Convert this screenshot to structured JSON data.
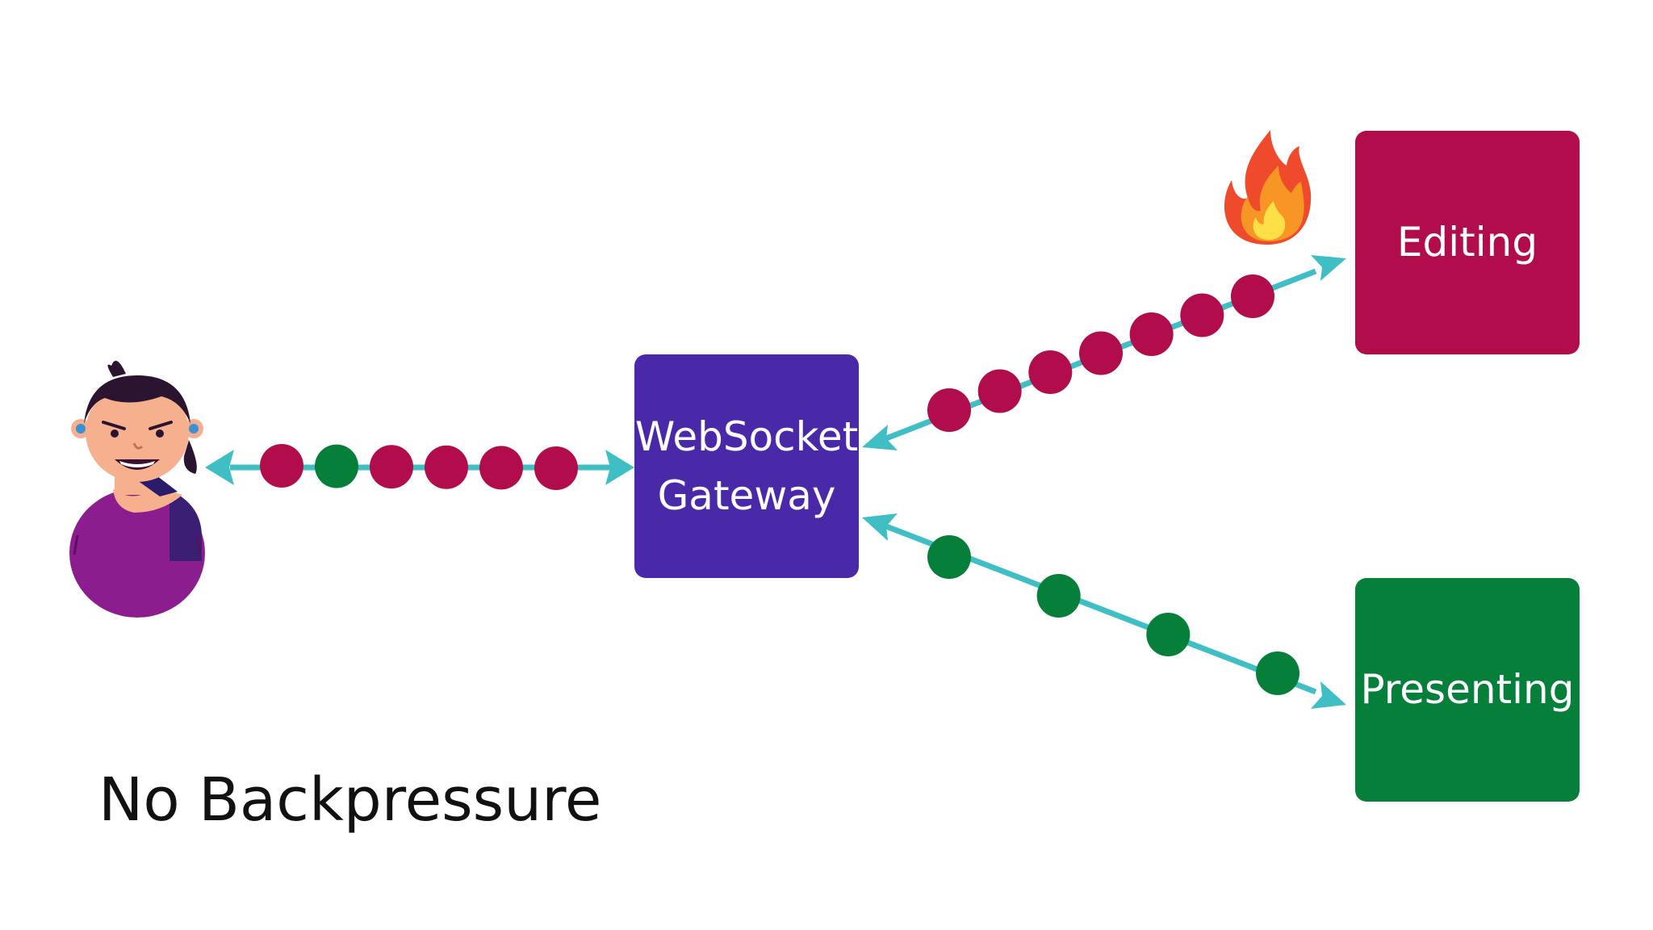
{
  "nodes": {
    "gateway": {
      "label_line1": "WebSocket",
      "label_line2": "Gateway",
      "color": "#4a29a8"
    },
    "editing": {
      "label": "Editing",
      "color": "#b10c4c"
    },
    "presenting": {
      "label": "Presenting",
      "color": "#067f3a"
    }
  },
  "caption": "No Backpressure",
  "colors": {
    "arrow": "#3fbfc4",
    "message_editing": "#b10c4c",
    "message_presenting": "#067f3a"
  },
  "connections": [
    {
      "from": "user",
      "to": "gateway",
      "messages": [
        "editing",
        "presenting",
        "editing",
        "editing",
        "editing",
        "editing"
      ]
    },
    {
      "from": "gateway",
      "to": "editing",
      "messages": [
        "editing",
        "editing",
        "editing",
        "editing",
        "editing",
        "editing",
        "editing"
      ]
    },
    {
      "from": "gateway",
      "to": "presenting",
      "messages": [
        "presenting",
        "presenting",
        "presenting",
        "presenting"
      ]
    }
  ],
  "icons": {
    "user": "user-avatar-icon",
    "hot_service": "fire-icon"
  }
}
